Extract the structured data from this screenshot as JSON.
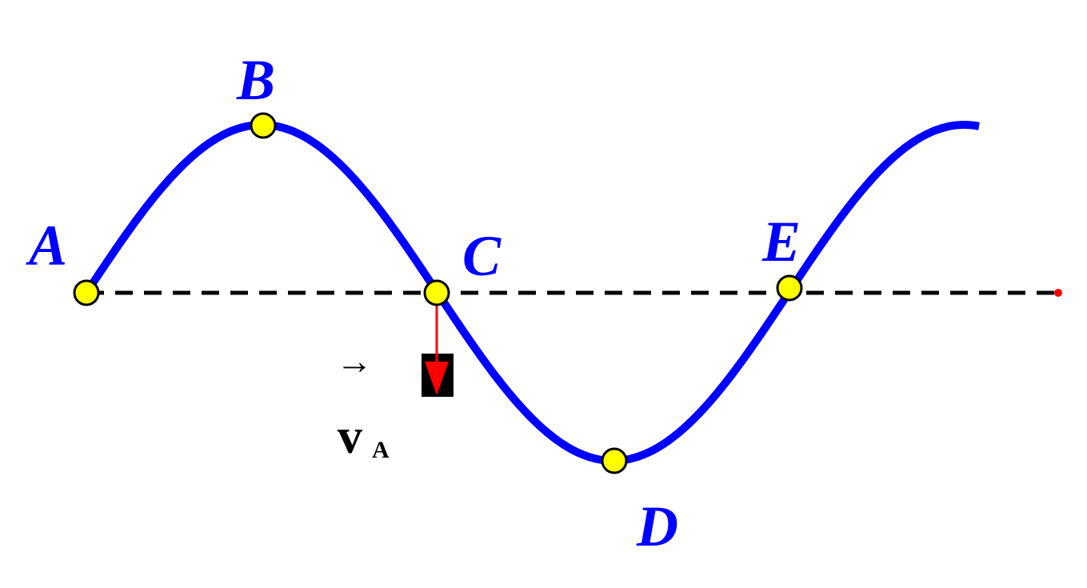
{
  "points": [
    {
      "id": "A",
      "label": "A"
    },
    {
      "id": "B",
      "label": "B"
    },
    {
      "id": "C",
      "label": "C"
    },
    {
      "id": "D",
      "label": "D"
    },
    {
      "id": "E",
      "label": "E"
    }
  ],
  "velocity": {
    "vector_arrow": "→",
    "symbol": "v",
    "subscript": "A"
  },
  "colors": {
    "wave": "#0000ff",
    "point_fill": "#ffff00",
    "point_stroke": "#000000",
    "axis": "#000000",
    "velocity_arrow": "#ff0000",
    "velocity_box": "#000000",
    "end_marker": "#ff0000"
  }
}
